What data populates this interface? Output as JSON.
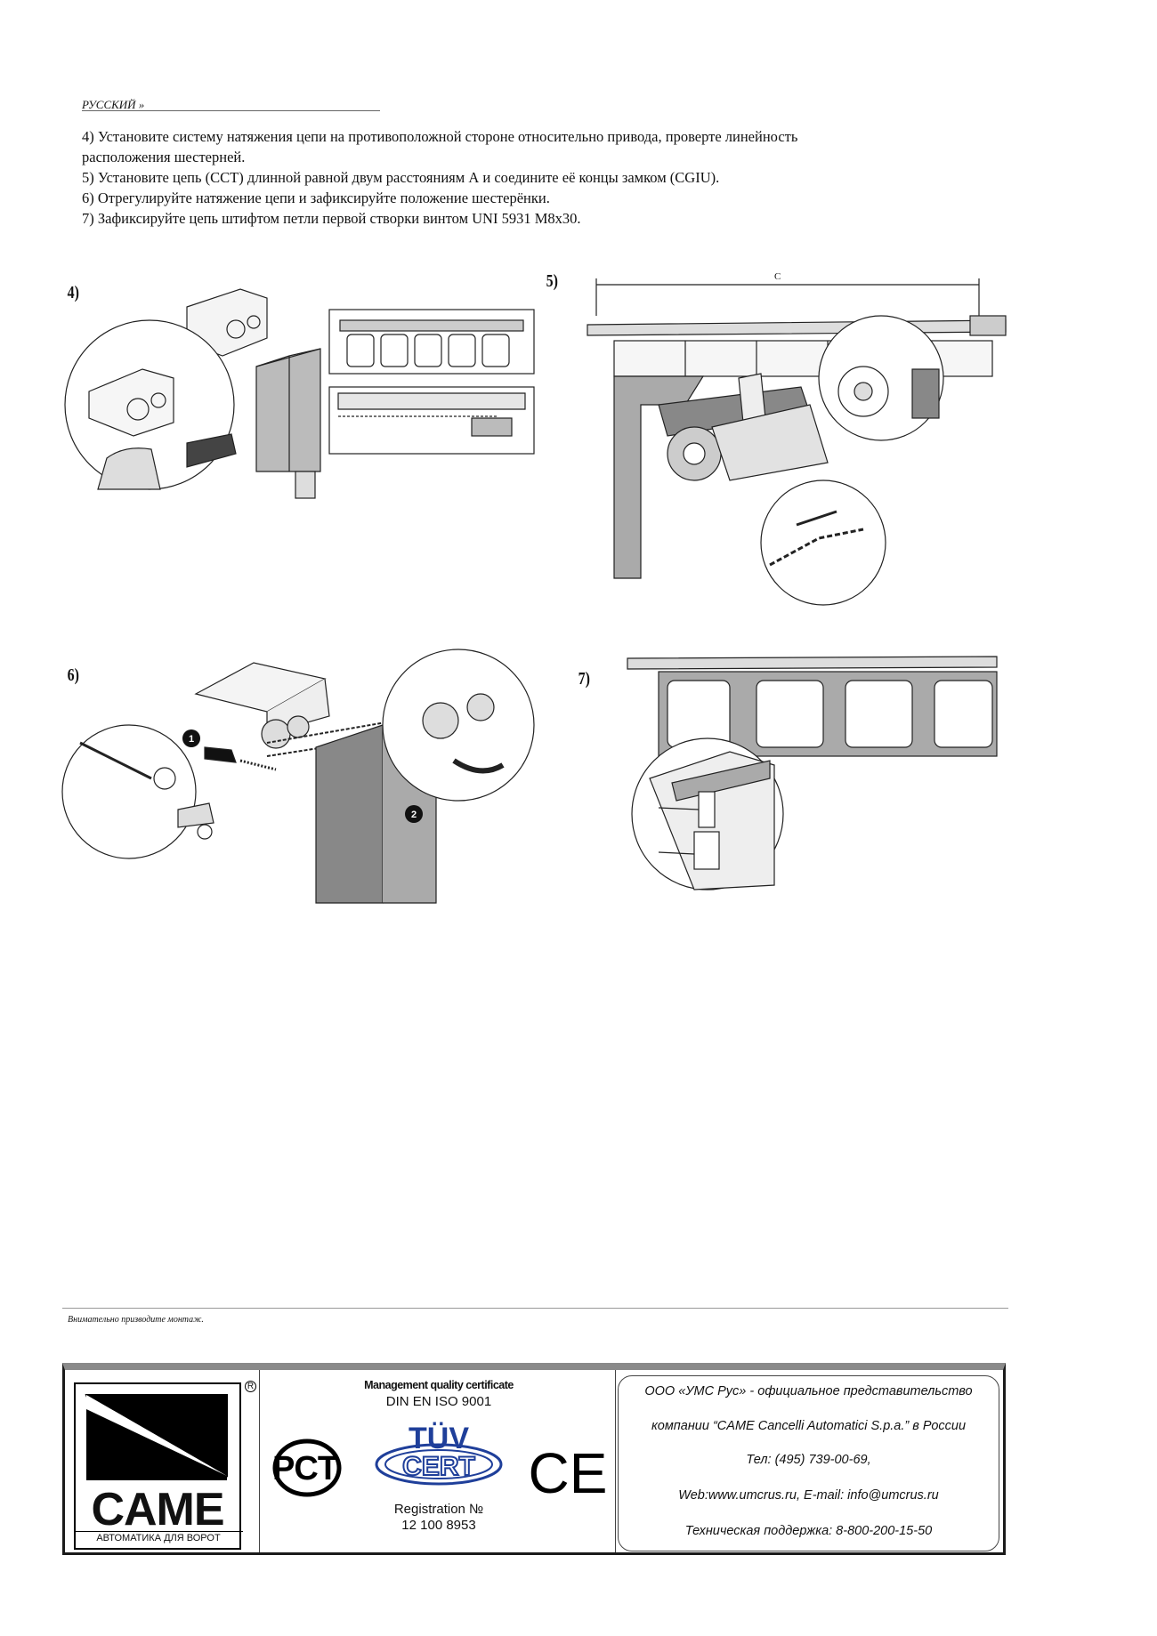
{
  "header": {
    "section_label": "РУССКИЙ »"
  },
  "instructions": [
    "4) Установите систему натяжения цепи на противоположной стороне относительно привода, проверте линейность расположения шестерней.",
    "5) Установите цепь (CCT) длинной равной двум расстояниям А и соедините её концы замком (CGIU).",
    "6) Отрегулируйте натяжение цепи и зафиксируйте положение шестерёнки.",
    "7)  Зафиксируйте цепь штифтом петли первой створки винтом UNI 5931 M8x30."
  ],
  "figures": {
    "fig4_label": "4)",
    "fig5_label": "5)",
    "fig5_dimension": "C",
    "fig6_label": "6)",
    "fig6_callout1": "1",
    "fig6_callout2": "2",
    "fig7_label": "7)"
  },
  "footer": {
    "note": "Внимательно призводите монтаж.",
    "logo_word": "CAME",
    "logo_tagline": "АВТОМАТИКА ДЛЯ ВОРОТ",
    "cert_title": "Management  quality  certificate",
    "cert_standard": "DIN EN ISO 9001",
    "gost_mark": "РСТ",
    "tuv_top": "TÜV",
    "tuv_bottom": "CERT",
    "ce_mark": "CE",
    "registration_label": "Registration №",
    "registration_number": "12 100 8953",
    "contact": [
      "ООО «УМС Рус» - официальное представительство",
      "компании “CAME Cancelli Automatici S.p.a.” в России",
      "Тел: (495) 739-00-69,",
      "Web:www.umcrus.ru, E-mail: info@umcrus.ru",
      "Техническая поддержка: 8-800-200-15-50"
    ]
  }
}
